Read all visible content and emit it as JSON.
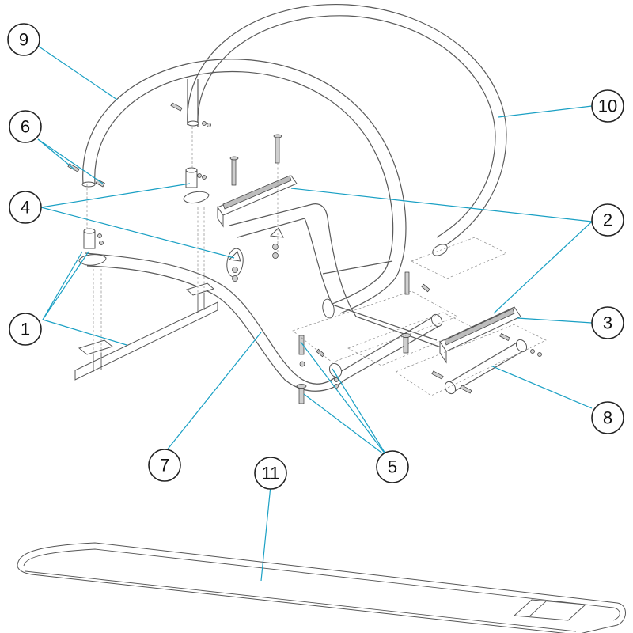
{
  "callouts": [
    {
      "id": "1",
      "label": "1"
    },
    {
      "id": "2",
      "label": "2"
    },
    {
      "id": "3",
      "label": "3"
    },
    {
      "id": "4",
      "label": "4"
    },
    {
      "id": "5",
      "label": "5"
    },
    {
      "id": "6",
      "label": "6"
    },
    {
      "id": "7",
      "label": "7"
    },
    {
      "id": "8",
      "label": "8"
    },
    {
      "id": "9",
      "label": "9"
    },
    {
      "id": "10",
      "label": "10"
    },
    {
      "id": "11",
      "label": "11"
    }
  ],
  "colors": {
    "leader": "#1aa0c4",
    "line": "#555555",
    "background": "#ffffff"
  }
}
